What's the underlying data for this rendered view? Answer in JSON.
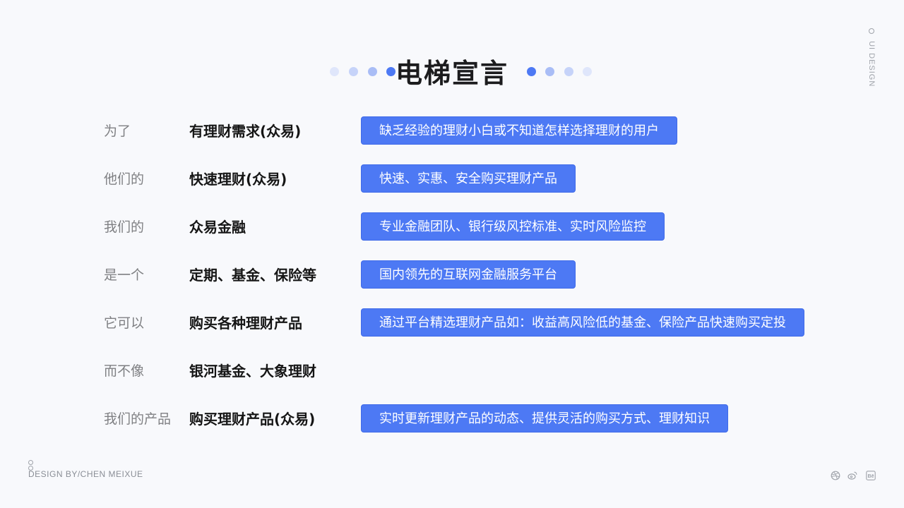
{
  "title": "电梯宣言",
  "side_label": "UI DESIGN",
  "footer": "DESIGN BY/CHEN MEIXUE",
  "colors": {
    "accent": "#4d79f4",
    "dot_light": "#d9e2fb",
    "dot_mid": "#a9bdf6"
  },
  "rows": [
    {
      "label": "为了",
      "value": "有理财需求(众易)",
      "tag": "缺乏经验的理财小白或不知道怎样选择理财的用户"
    },
    {
      "label": "他们的",
      "value": "快速理财(众易)",
      "tag": "快速、实惠、安全购买理财产品"
    },
    {
      "label": "我们的",
      "value": "众易金融",
      "tag": "专业金融团队、银行级风控标准、实时风险监控"
    },
    {
      "label": "是一个",
      "value": "定期、基金、保险等",
      "tag": "国内领先的互联网金融服务平台"
    },
    {
      "label": "它可以",
      "value": "购买各种理财产品",
      "tag": "通过平台精选理财产品如：收益高风险低的基金、保险产品快速购买定投"
    },
    {
      "label": "而不像",
      "value": "银河基金、大象理财",
      "tag": ""
    },
    {
      "label": "我们的产品",
      "value": "购买理财产品(众易)",
      "tag": "实时更新理财产品的动态、提供灵活的购买方式、理财知识"
    }
  ],
  "social_icons": [
    "dribbble-icon",
    "weibo-icon",
    "behance-icon"
  ]
}
